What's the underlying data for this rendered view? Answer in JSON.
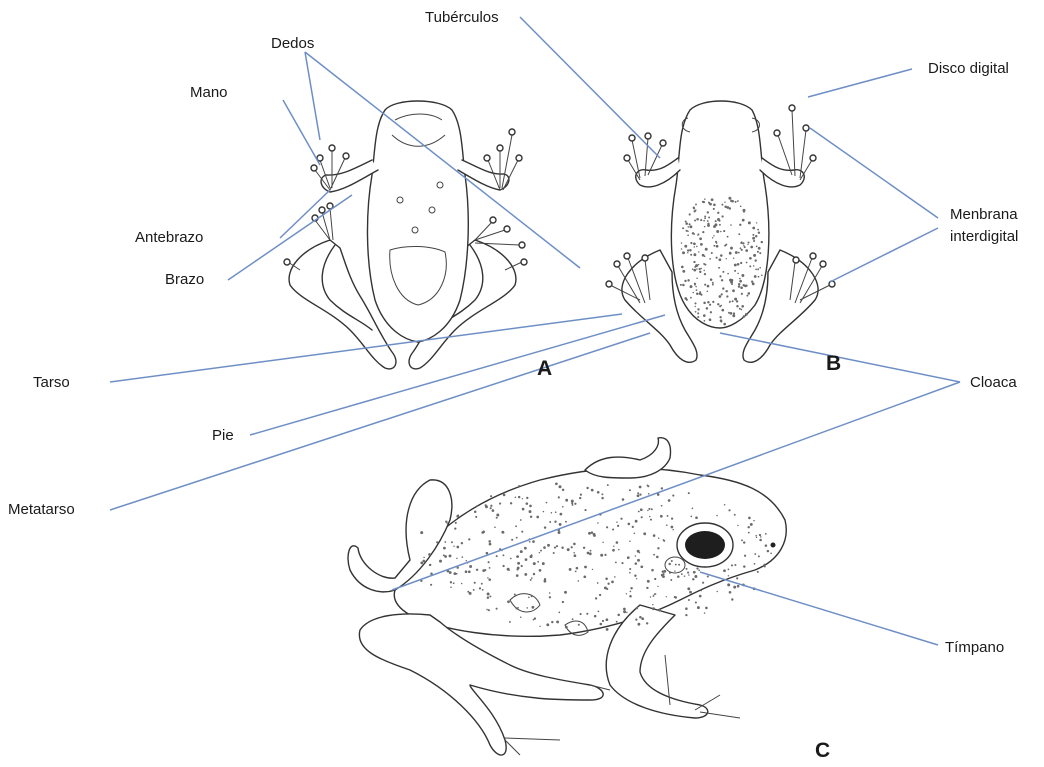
{
  "panels": [
    {
      "id": "A",
      "label": "A"
    },
    {
      "id": "B",
      "label": "B"
    },
    {
      "id": "C",
      "label": "C"
    }
  ],
  "labels": [
    {
      "key": "dedos",
      "text": "Dedos"
    },
    {
      "key": "mano",
      "text": "Mano"
    },
    {
      "key": "antebrazo",
      "text": "Antebrazo"
    },
    {
      "key": "brazo",
      "text": "Brazo"
    },
    {
      "key": "tarso",
      "text": "Tarso"
    },
    {
      "key": "pie",
      "text": "Pie"
    },
    {
      "key": "metatarso",
      "text": "Metatarso"
    },
    {
      "key": "tuberculos",
      "text": "Tubérculos"
    },
    {
      "key": "disco_digital",
      "text": "Disco digital"
    },
    {
      "key": "menbrana_line1",
      "text": "Menbrana"
    },
    {
      "key": "menbrana_line2",
      "text": "interdigital"
    },
    {
      "key": "cloaca",
      "text": "Cloaca"
    },
    {
      "key": "timpano",
      "text": "Tímpano"
    }
  ],
  "colors": {
    "leader_line": "#6e8fc6",
    "ink": "#333333",
    "background": "#ffffff"
  }
}
